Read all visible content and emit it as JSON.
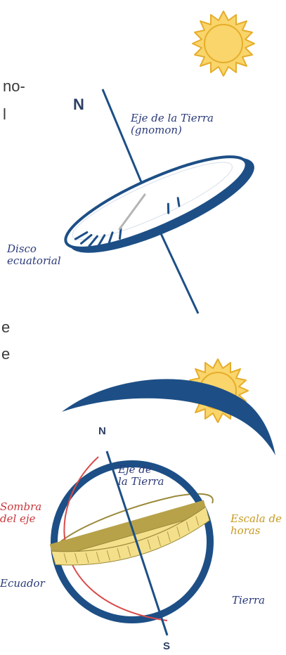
{
  "text_fragments": {
    "line1": "no-",
    "line2": "l",
    "line3": "e",
    "line4": "e"
  },
  "top_diagram": {
    "north_label": "N",
    "axis_label_1": "Eje de la Tierra",
    "axis_label_2": "(gnomon)",
    "disc_label_1": "Disco",
    "disc_label_2": "ecuatorial"
  },
  "bottom_diagram": {
    "north_label": "N",
    "south_label": "S",
    "axis_label_1": "Eje de",
    "axis_label_2": "la Tierra",
    "shadow_label_1": "Sombra",
    "shadow_label_2": "del eje",
    "scale_label_1": "Escala de",
    "scale_label_2": "horas",
    "equator_label": "Ecuador",
    "earth_label": "Tierra"
  },
  "colors": {
    "navy": "#1d4f86",
    "sun_fill": "#f9d56b",
    "sun_stroke": "#e6ad2a",
    "band_fill": "#f4df8a",
    "band_dark": "#9a8a3a",
    "shadow_red": "#d94b4b",
    "gnomon_gray": "#b4b4b4"
  }
}
